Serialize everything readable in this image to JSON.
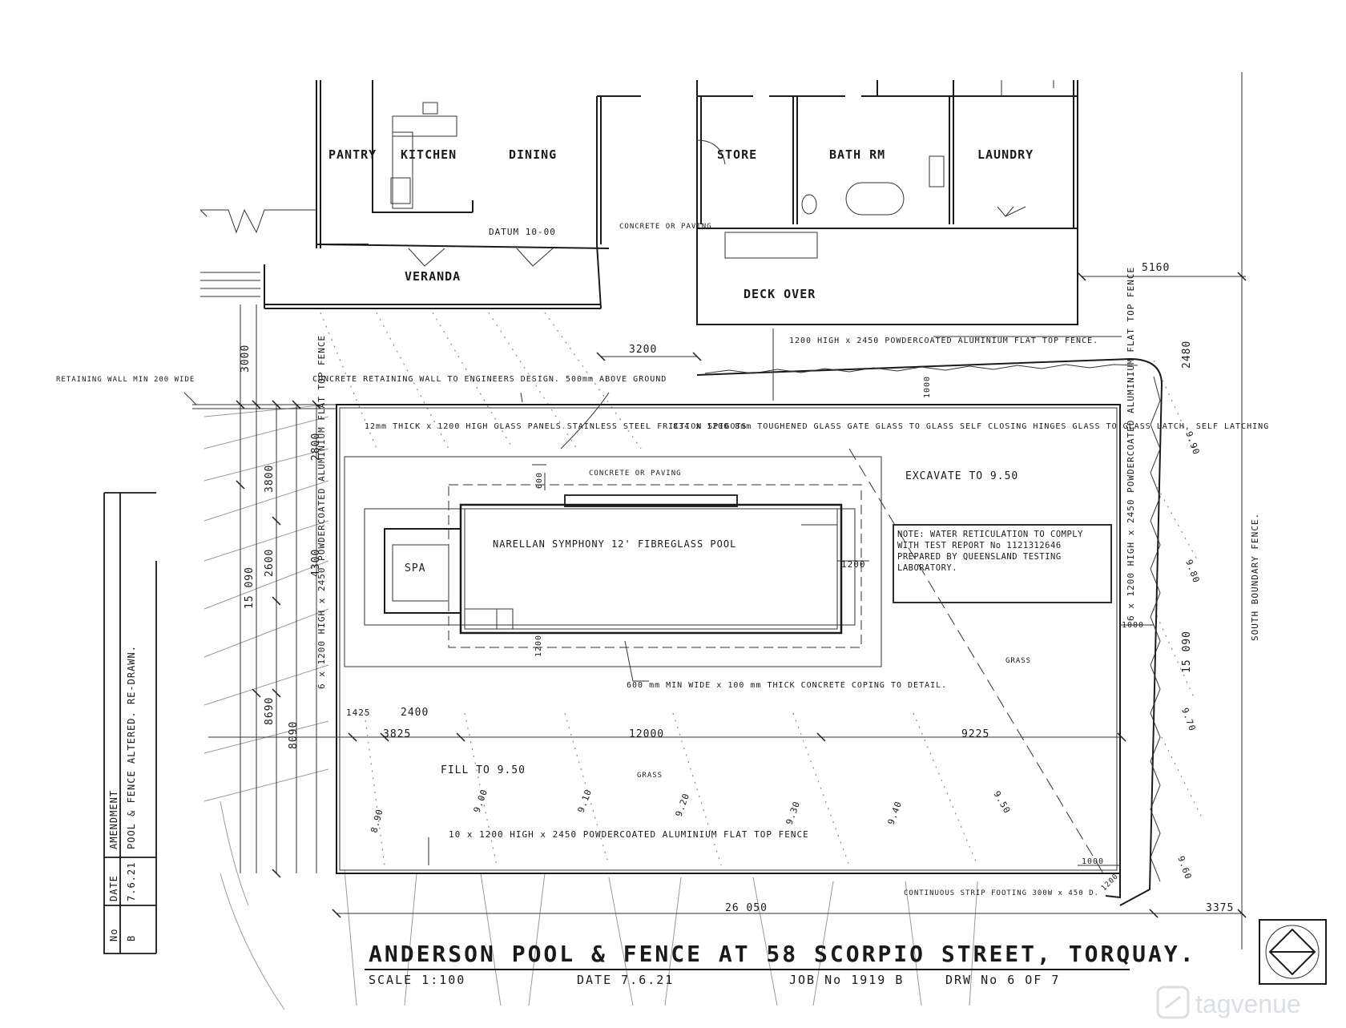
{
  "rooms": {
    "pantry": "PANTRY",
    "kitchen": "KITCHEN",
    "dining": "DINING",
    "store": "STORE",
    "bath": "BATH RM",
    "laundry": "LAUNDRY",
    "veranda": "VERANDA",
    "deck": "DECK OVER"
  },
  "labels": {
    "datum": "DATUM 10-00",
    "concrete_paving": "CONCRETE OR PAVING",
    "concrete_paving_top": "CONCRETE OR PAVING",
    "retaining_wall": "RETAINING WALL MIN 200 WIDE",
    "concrete_retaining": "CONCRETE RETAINING WALL TO ENGINEERS DESIGN. 500mm ABOVE GROUND",
    "glass_panels": "12mm THICK x 1200 HIGH GLASS PANELS STAINLESS STEEL FRICTION SPIGOTS",
    "glass_gate": "834 x 1200 8mm TOUGHENED GLASS GATE GLASS TO GLASS SELF CLOSING HINGES GLASS TO GLASS LATCH, SELF LATCHING",
    "fence_top": "1200 HIGH x 2450 POWDERCOATED ALUMINIUM FLAT TOP FENCE.",
    "excavate": "EXCAVATE TO 9.50",
    "pool": "NARELLAN SYMPHONY 12' FIBREGLASS POOL",
    "spa": "SPA",
    "note": "NOTE: WATER RETICULATION TO COMPLY WITH TEST REPORT No 1121312646 PREPARED BY QUEENSLAND TESTING LABORATORY.",
    "coping": "600 mm MIN WIDE x 100 mm THICK CONCRETE COPING TO DETAIL.",
    "grass_1": "GRASS",
    "grass_2": "GRASS",
    "fill": "FILL TO 9.50",
    "fence_bottom": "10 x 1200 HIGH x 2450 POWDERCOATED ALUMINIUM FLAT TOP FENCE",
    "footing": "CONTINUOUS STRIP FOOTING 300W x 450 D.",
    "south_fence": "SOUTH BOUNDARY FENCE.",
    "fence_right": "6 x 1200 HIGH x 2450 POWDERCOATED ALUMINIUM FLAT TOP FENCE",
    "fence_left": "6 x 1200 HIGH x 2450 POWDERCOATED ALUMINIUM FLAT TOP FENCE"
  },
  "dimensions": {
    "d5160": "5160",
    "d3000": "3000",
    "d3200": "3200",
    "d1000_top": "1000",
    "d2480": "2480",
    "d600": "600",
    "d3800": "3800",
    "d2800": "2800",
    "d2600": "2600",
    "d4300": "4300",
    "d15090_left": "15 090",
    "d8690": "8690",
    "d8090": "8090",
    "d1200_right": "1200",
    "d1200_low": "1200",
    "d1000_right": "1000",
    "d15090_right": "15 090",
    "d1425": "1425",
    "d2400": "2400",
    "d3825": "3825",
    "d12000": "12000",
    "d9225": "9225",
    "d26050": "26 050",
    "d3375": "3375",
    "d1000_bottom": "1000",
    "d1200_corner": "1200"
  },
  "levels": [
    "8.90",
    "9.00",
    "9.10",
    "9.20",
    "9.30",
    "9.40",
    "9.50",
    "9.60",
    "9.70",
    "9.80",
    "9.90"
  ],
  "revision": {
    "amendment": "AMENDMENT",
    "amendment_desc": "POOL & FENCE ALTERED. RE-DRAWN.",
    "date_label": "DATE",
    "date_value": "7.6.21",
    "no_label": "No",
    "no_value": "B"
  },
  "title_block": {
    "title": "ANDERSON POOL & FENCE AT 58 SCORPIO STREET, TORQUAY.",
    "scale": "SCALE 1:100",
    "date": "DATE 7.6.21",
    "job": "JOB No 1919 B",
    "drawing": "DRW No 6 OF 7"
  },
  "watermark": "tagvenue"
}
